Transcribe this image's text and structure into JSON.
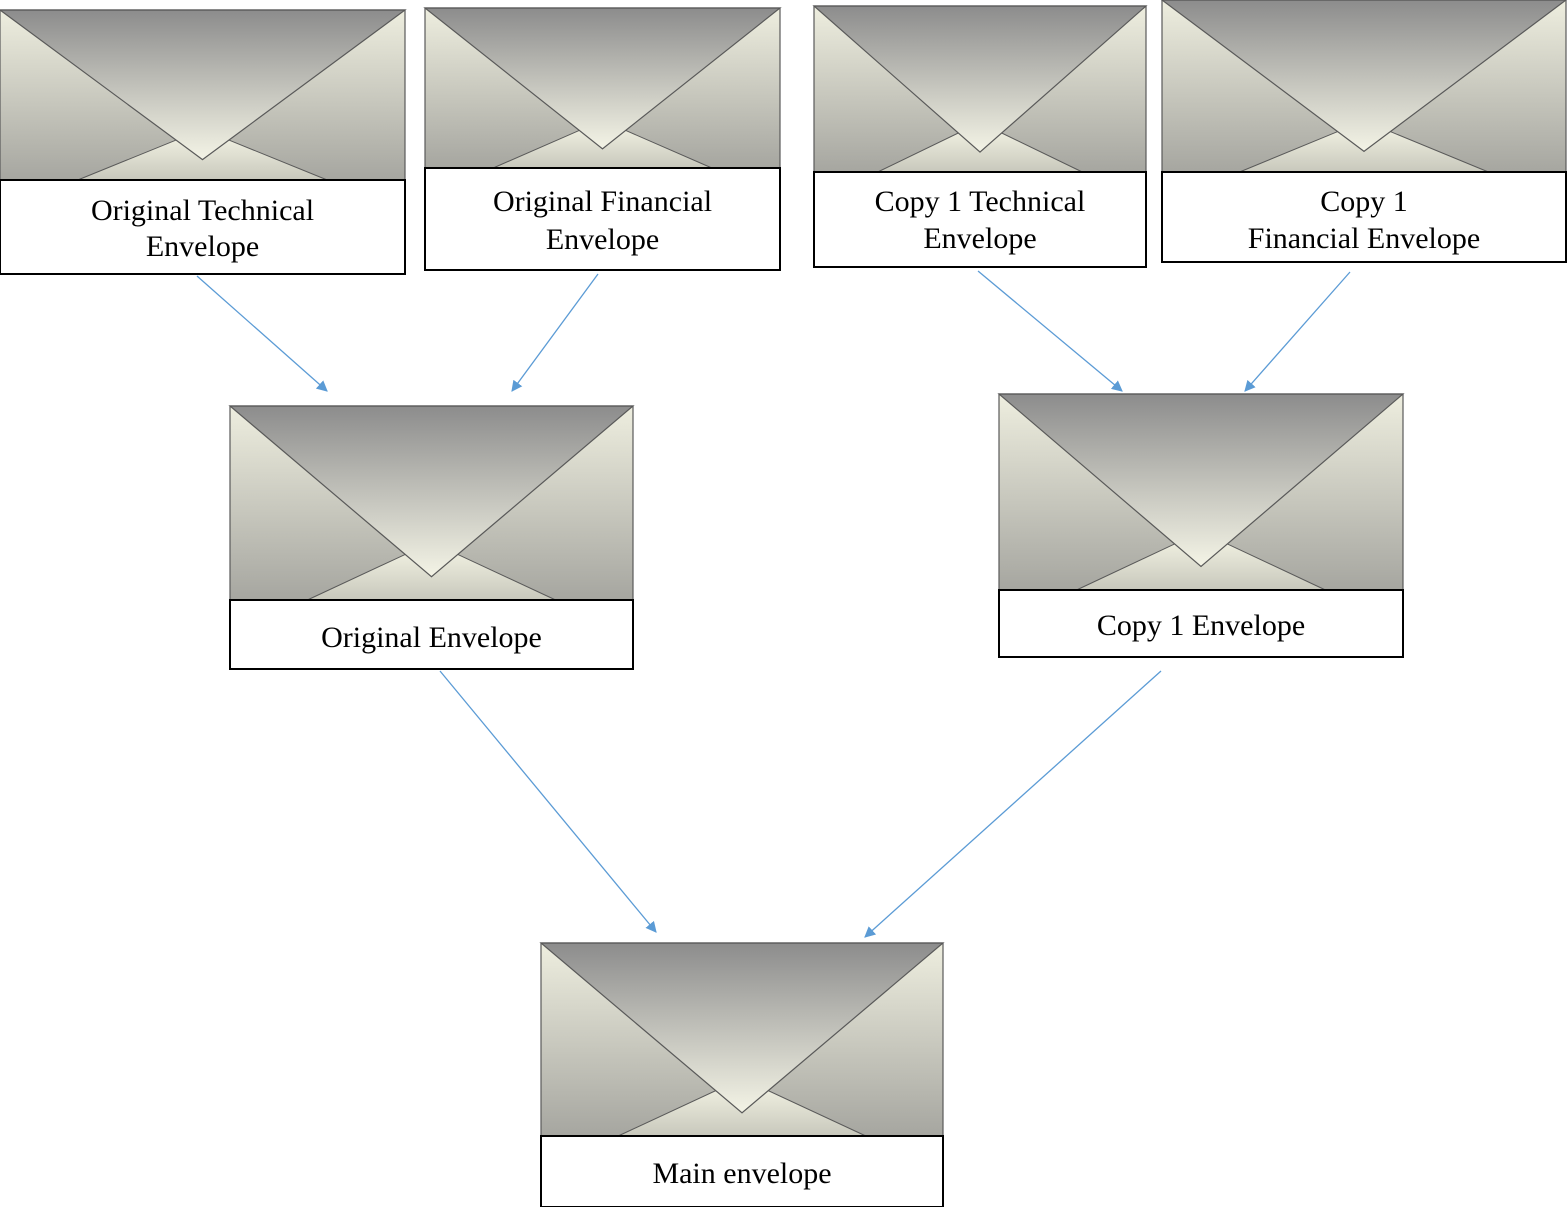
{
  "diagram": {
    "envelopes": [
      {
        "id": "original-technical",
        "label_lines": [
          "Original Technical",
          "Envelope"
        ]
      },
      {
        "id": "original-financial",
        "label_lines": [
          "Original Financial",
          "Envelope"
        ]
      },
      {
        "id": "copy1-technical",
        "label_lines": [
          "Copy 1 Technical",
          "Envelope"
        ]
      },
      {
        "id": "copy1-financial",
        "label_lines": [
          "Copy 1",
          "Financial Envelope"
        ]
      },
      {
        "id": "original",
        "label_lines": [
          "Original Envelope"
        ]
      },
      {
        "id": "copy1",
        "label_lines": [
          "Copy 1 Envelope"
        ]
      },
      {
        "id": "main",
        "label_lines": [
          "Main envelope"
        ]
      }
    ],
    "connections": [
      {
        "from": "original-technical",
        "to": "original"
      },
      {
        "from": "original-financial",
        "to": "original"
      },
      {
        "from": "copy1-technical",
        "to": "copy1"
      },
      {
        "from": "copy1-financial",
        "to": "copy1"
      },
      {
        "from": "original",
        "to": "main"
      },
      {
        "from": "copy1",
        "to": "main"
      }
    ],
    "colors": {
      "arrow": "#5b9bd5",
      "envelope_dark": "#8c8c8c",
      "envelope_light": "#f2f2e4",
      "envelope_stroke": "#595959",
      "label_border": "#000000"
    }
  }
}
